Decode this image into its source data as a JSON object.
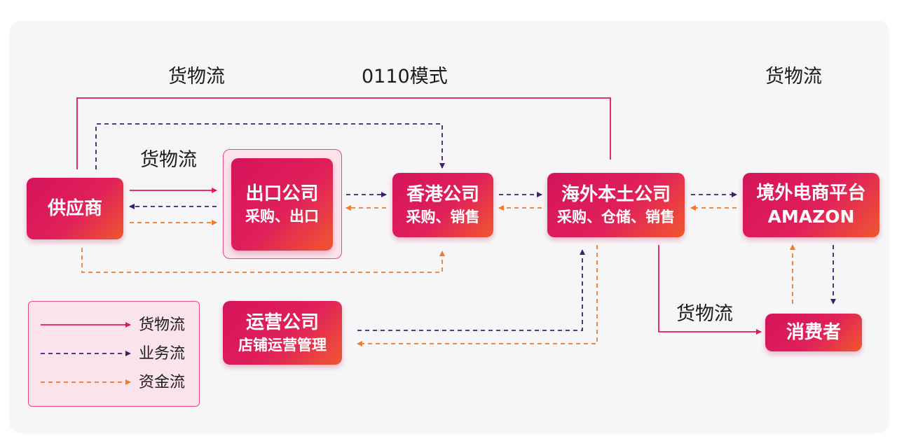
{
  "labels": {
    "goods_top_left": "货物流",
    "mode_title": "0110模式",
    "goods_top_right": "货物流",
    "goods_supplier_export": "货物流",
    "goods_to_consumer": "货物流"
  },
  "nodes": {
    "supplier": {
      "title": "供应商"
    },
    "export_company": {
      "title": "出口公司",
      "subtitle": "采购、出口"
    },
    "hk_company": {
      "title": "香港公司",
      "subtitle": "采购、销售"
    },
    "overseas_company": {
      "title": "海外本土公司",
      "subtitle": "采购、仓储、销售"
    },
    "platform": {
      "title": "境外电商平台",
      "subtitle": "AMAZON"
    },
    "operations_company": {
      "title": "运营公司",
      "subtitle": "店铺运营管理"
    },
    "consumer": {
      "title": "消费者"
    }
  },
  "legend": {
    "goods": "货物流",
    "business": "业务流",
    "funds": "资金流"
  },
  "colors": {
    "goods_flow": "#e2185b",
    "business_flow": "#3d1f6e",
    "funds_flow": "#f07a2a",
    "node_start": "#d4145a",
    "node_end": "#f0572f"
  }
}
